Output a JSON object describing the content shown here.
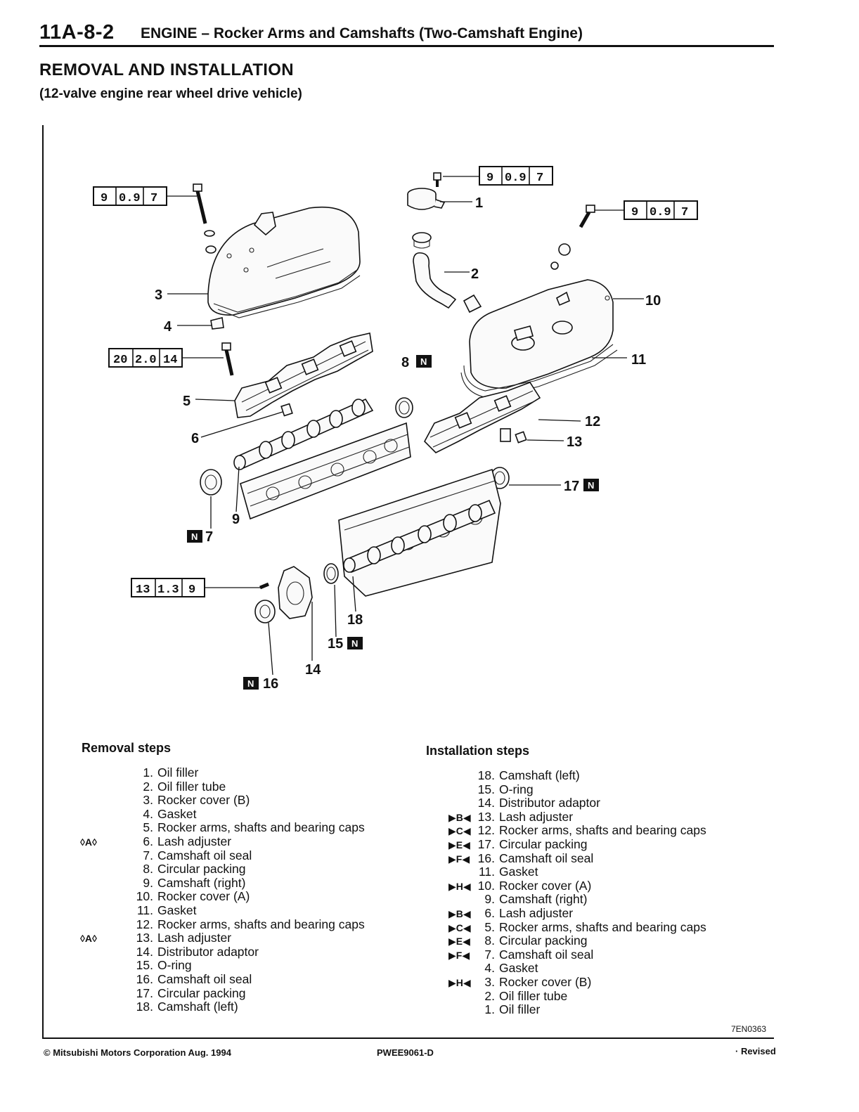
{
  "header": {
    "code": "11A-8-2",
    "title": "ENGINE – Rocker Arms and Camshafts (Two-Camshaft Engine)"
  },
  "section": {
    "title": "REMOVAL AND INSTALLATION",
    "subtitle": "(12-valve engine rear wheel drive vehicle)"
  },
  "diagram": {
    "callouts": [
      "1",
      "2",
      "3",
      "4",
      "5",
      "6",
      "8",
      "9",
      "10",
      "11",
      "12",
      "13",
      "14",
      "17",
      "18"
    ],
    "n_callouts": [
      "7",
      "15",
      "16",
      "8",
      "17"
    ],
    "torque_specs": [
      [
        "9",
        "0.9",
        "7"
      ],
      [
        "9",
        "0.9",
        "7"
      ],
      [
        "9",
        "0.9",
        "7"
      ],
      [
        "20",
        "2.0",
        "14"
      ],
      [
        "13",
        "1.3",
        "9"
      ]
    ],
    "n_mark": "N"
  },
  "removal": {
    "heading": "Removal steps",
    "steps": [
      {
        "num": "1.",
        "text": "Oil filler",
        "mark": ""
      },
      {
        "num": "2.",
        "text": "Oil filler tube",
        "mark": ""
      },
      {
        "num": "3.",
        "text": "Rocker cover (B)",
        "mark": ""
      },
      {
        "num": "4.",
        "text": "Gasket",
        "mark": ""
      },
      {
        "num": "5.",
        "text": "Rocker arms, shafts and bearing caps",
        "mark": ""
      },
      {
        "num": "6.",
        "text": "Lash adjuster",
        "mark": "◊A◊"
      },
      {
        "num": "7.",
        "text": "Camshaft oil seal",
        "mark": ""
      },
      {
        "num": "8.",
        "text": "Circular packing",
        "mark": ""
      },
      {
        "num": "9.",
        "text": "Camshaft (right)",
        "mark": ""
      },
      {
        "num": "10.",
        "text": "Rocker cover (A)",
        "mark": ""
      },
      {
        "num": "11.",
        "text": "Gasket",
        "mark": ""
      },
      {
        "num": "12.",
        "text": "Rocker arms, shafts and bearing caps",
        "mark": ""
      },
      {
        "num": "13.",
        "text": "Lash adjuster",
        "mark": "◊A◊"
      },
      {
        "num": "14.",
        "text": "Distributor adaptor",
        "mark": ""
      },
      {
        "num": "15.",
        "text": "O-ring",
        "mark": ""
      },
      {
        "num": "16.",
        "text": "Camshaft oil seal",
        "mark": ""
      },
      {
        "num": "17.",
        "text": "Circular packing",
        "mark": ""
      },
      {
        "num": "18.",
        "text": "Camshaft (left)",
        "mark": ""
      }
    ]
  },
  "installation": {
    "heading": "Installation steps",
    "steps": [
      {
        "num": "18.",
        "text": "Camshaft (left)",
        "mark": ""
      },
      {
        "num": "15.",
        "text": "O-ring",
        "mark": ""
      },
      {
        "num": "14.",
        "text": "Distributor adaptor",
        "mark": ""
      },
      {
        "num": "13.",
        "text": "Lash adjuster",
        "mark": "▶B◀"
      },
      {
        "num": "12.",
        "text": "Rocker arms, shafts and bearing caps",
        "mark": "▶C◀"
      },
      {
        "num": "17.",
        "text": "Circular packing",
        "mark": "▶E◀"
      },
      {
        "num": "16.",
        "text": "Camshaft oil seal",
        "mark": "▶F◀"
      },
      {
        "num": "11.",
        "text": "Gasket",
        "mark": ""
      },
      {
        "num": "10.",
        "text": "Rocker cover (A)",
        "mark": "▶H◀"
      },
      {
        "num": "9.",
        "text": "Camshaft (right)",
        "mark": ""
      },
      {
        "num": "6.",
        "text": "Lash adjuster",
        "mark": "▶B◀"
      },
      {
        "num": "5.",
        "text": "Rocker arms, shafts and bearing caps",
        "mark": "▶C◀"
      },
      {
        "num": "8.",
        "text": "Circular packing",
        "mark": "▶E◀"
      },
      {
        "num": "7.",
        "text": "Camshaft oil seal",
        "mark": "▶F◀"
      },
      {
        "num": "4.",
        "text": "Gasket",
        "mark": ""
      },
      {
        "num": "3.",
        "text": "Rocker cover (B)",
        "mark": "▶H◀"
      },
      {
        "num": "2.",
        "text": "Oil filler tube",
        "mark": ""
      },
      {
        "num": "1.",
        "text": "Oil filler",
        "mark": ""
      }
    ]
  },
  "figure_code": "7EN0363",
  "footer": {
    "copyright": "© Mitsubishi Motors Corporation   Aug. 1994",
    "doc_number": "PWEE9061-D",
    "revised": "· Revised"
  }
}
